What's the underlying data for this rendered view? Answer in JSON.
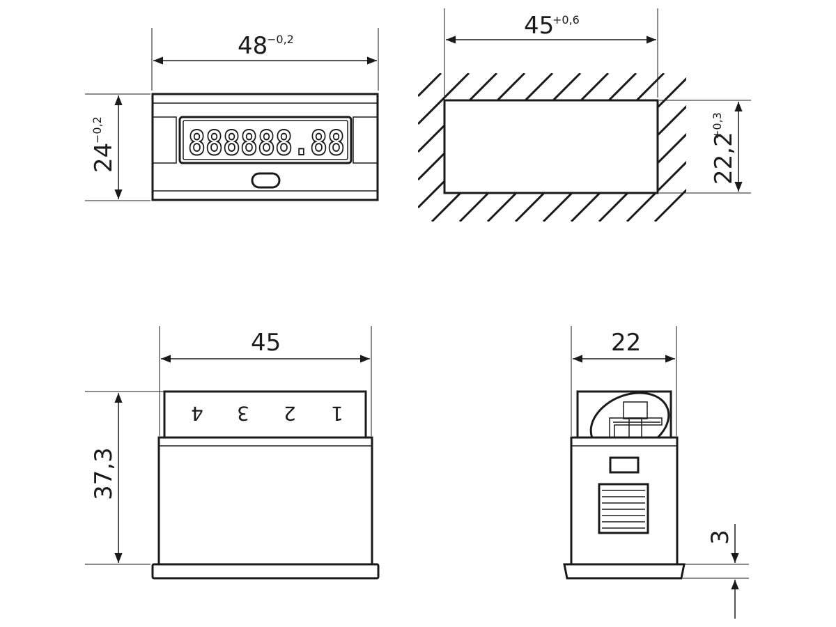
{
  "drawings": {
    "front_view": {
      "width_value": "48",
      "width_tolerance": "−0,2",
      "height_value": "24",
      "height_tolerance": "−0,2",
      "display_digits": "888888.88"
    },
    "panel_cutout": {
      "width_value": "45",
      "width_tolerance": "+0,6",
      "height_value": "22,2",
      "height_tolerance": "+0,3"
    },
    "top_view": {
      "width_value": "45",
      "height_value": "37,3",
      "terminals": [
        "4",
        "3",
        "2",
        "1"
      ]
    },
    "side_view": {
      "width_value": "22",
      "offset_value": "3"
    }
  },
  "colors": {
    "line": "#1a1a1a",
    "background": "#ffffff"
  }
}
